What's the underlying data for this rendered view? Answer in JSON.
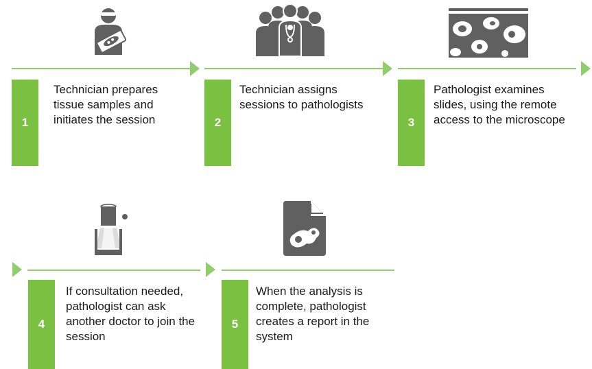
{
  "steps": [
    {
      "number": "1",
      "text": "Technician prepares tissue samples and initiates the session",
      "icon": "technician-icon"
    },
    {
      "number": "2",
      "text": "Technician assigns sessions to pathologists",
      "icon": "doctors-group-icon"
    },
    {
      "number": "3",
      "text": "Pathologist examines slides, using the remote access to the microscope",
      "icon": "cells-slide-icon"
    },
    {
      "number": "4",
      "text": "If consultation needed, pathologist can ask another doctor to join the session",
      "icon": "microscope-light-icon"
    },
    {
      "number": "5",
      "text": "When the analysis is complete, pathologist creates a report in the system",
      "icon": "report-document-icon"
    }
  ],
  "colors": {
    "number_box": "#7ac142",
    "line": "#8fce6a",
    "icon": "#606060"
  }
}
